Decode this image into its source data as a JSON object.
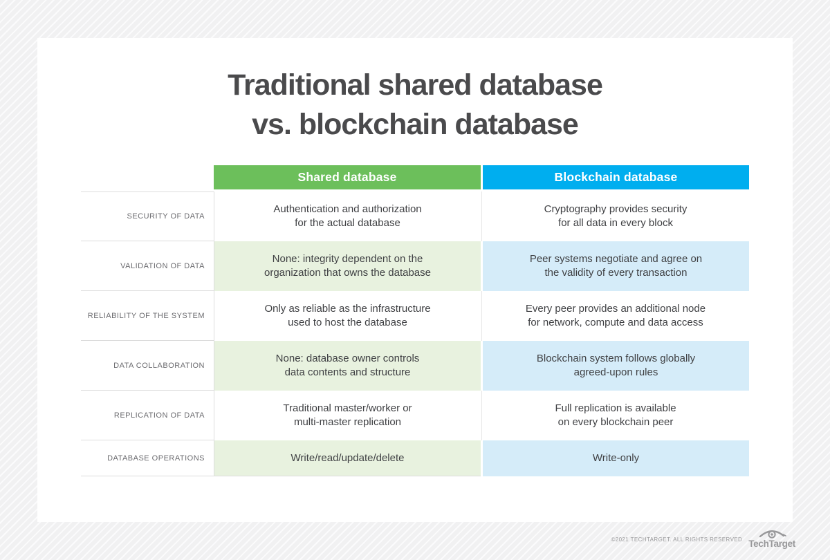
{
  "title": {
    "line1": "Traditional shared database",
    "line2": "vs. blockchain database"
  },
  "table": {
    "col_headers": [
      {
        "label": "Shared database",
        "color": "#6cbf5b"
      },
      {
        "label": "Blockchain database",
        "color": "#00aeef"
      }
    ],
    "tint_colors": {
      "shared": "#e8f2df",
      "blockchain": "#d5ecf9"
    },
    "rows": [
      {
        "label": "SECURITY OF DATA",
        "tinted": false,
        "shared": "Authentication and authorization\nfor the actual database",
        "blockchain": "Cryptography provides security\nfor all data in every block"
      },
      {
        "label": "VALIDATION OF DATA",
        "tinted": true,
        "shared": "None: integrity dependent on the\norganization that owns the database",
        "blockchain": "Peer systems negotiate and agree on\nthe validity of every transaction"
      },
      {
        "label": "RELIABILITY OF THE SYSTEM",
        "tinted": false,
        "shared": "Only as reliable as the infrastructure\nused to host the database",
        "blockchain": "Every peer provides an additional node\nfor network, compute and data access"
      },
      {
        "label": "DATA COLLABORATION",
        "tinted": true,
        "shared": "None: database owner controls\ndata contents and structure",
        "blockchain": "Blockchain system follows globally\nagreed-upon rules"
      },
      {
        "label": "REPLICATION OF DATA",
        "tinted": false,
        "shared": "Traditional master/worker or\nmulti-master replication",
        "blockchain": "Full replication is available\non every blockchain peer"
      },
      {
        "label": "DATABASE OPERATIONS",
        "tinted": true,
        "shared": "Write/read/update/delete",
        "blockchain": "Write-only"
      }
    ]
  },
  "chart_data": {
    "type": "table",
    "title": "Traditional shared database vs. blockchain database",
    "columns": [
      "",
      "Shared database",
      "Blockchain database"
    ],
    "rows": [
      [
        "SECURITY OF DATA",
        "Authentication and authorization for the actual database",
        "Cryptography provides security for all data in every block"
      ],
      [
        "VALIDATION OF DATA",
        "None: integrity dependent on the organization that owns the database",
        "Peer systems negotiate and agree on the validity of every transaction"
      ],
      [
        "RELIABILITY OF THE SYSTEM",
        "Only as reliable as the infrastructure used to host the database",
        "Every peer provides an additional node for network, compute and data access"
      ],
      [
        "DATA COLLABORATION",
        "None: database owner controls data contents and structure",
        "Blockchain system follows globally agreed-upon rules"
      ],
      [
        "REPLICATION OF DATA",
        "Traditional master/worker or multi-master replication",
        "Full replication is available on every blockchain peer"
      ],
      [
        "DATABASE OPERATIONS",
        "Write/read/update/delete",
        "Write-only"
      ]
    ]
  },
  "footer": {
    "copyright": "©2021 TECHTARGET. ALL RIGHTS RESERVED",
    "logo": "TechTarget"
  }
}
